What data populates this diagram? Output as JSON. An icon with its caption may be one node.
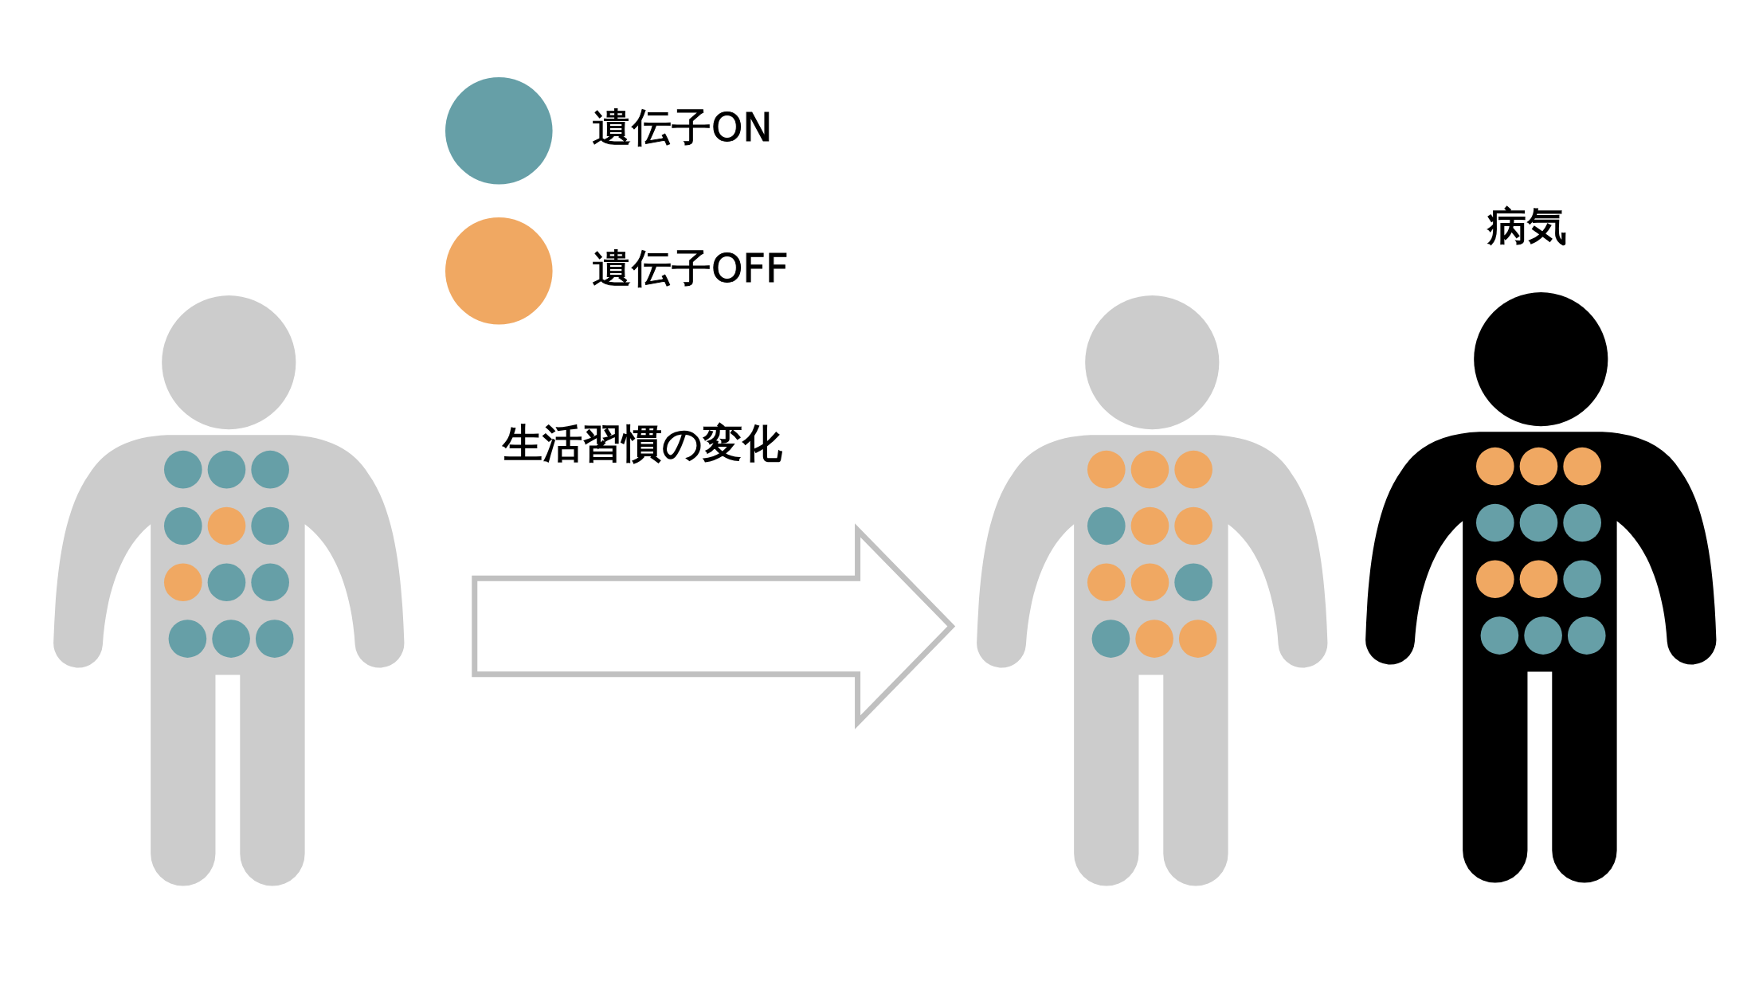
{
  "diagram": {
    "nodes": [
      {
        "text": [],
        "shape": "person"
      },
      {
        "text": [],
        "shape": "person"
      },
      {
        "text": [],
        "shape": "person",
        "beside": [
          "病気"
        ]
      }
    ],
    "edges": [
      {
        "from": 0,
        "to": 1,
        "arrow": "to",
        "label": "生活習慣の変化"
      }
    ],
    "legend": [
      {
        "text": "遺伝子ON",
        "color": "#669fa7"
      },
      {
        "text": "遺伝子OFF",
        "color": "#f0a862"
      }
    ]
  }
}
